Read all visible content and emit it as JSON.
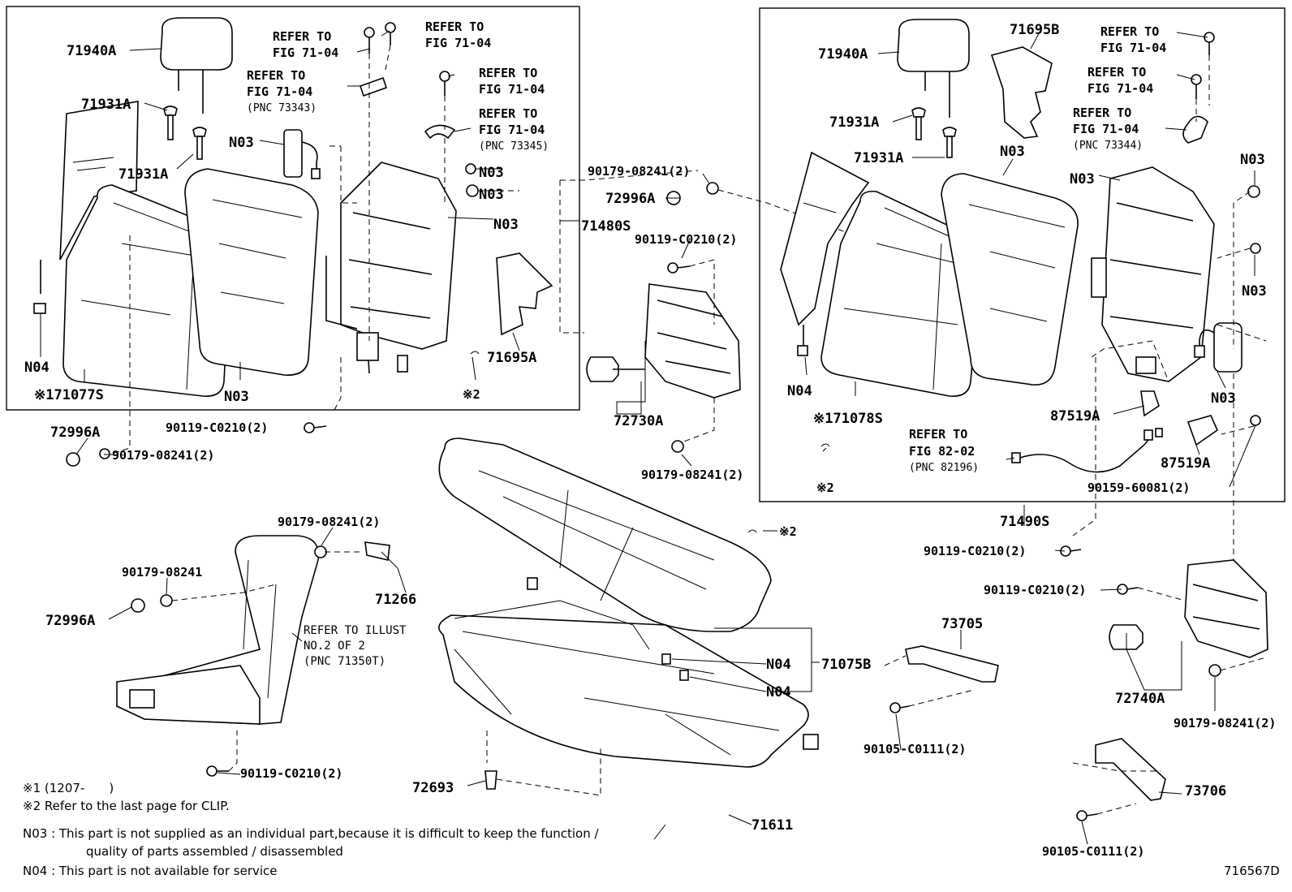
{
  "labels": {
    "l_71940A": "71940A",
    "l_71931A_1": "71931A",
    "l_71931A_2": "71931A",
    "l_N03_a": "N03",
    "l_N03_b": "N03",
    "l_N03_c": "N03",
    "l_N03_d": "N03",
    "l_N03_e": "N03",
    "l_N04_a": "N04",
    "l_71077S": "※171077S",
    "l_71480S": "71480S",
    "l_71695A": "71695A",
    "l_clip2_a": "※2",
    "l_72996A_a": "72996A",
    "l_90119_a": "90119-C0210(2)",
    "l_90179_a": "90179-08241(2)",
    "l_90179_b": "90179-08241(2)",
    "l_72996A_b": "72996A",
    "l_90119_b": "90119-C0210(2)",
    "l_72730A": "72730A",
    "l_90179_c": "90179-08241(2)",
    "l_71940A_r": "71940A",
    "l_71695B": "71695B",
    "l_71931A_r1": "71931A",
    "l_71931A_r2": "71931A",
    "l_N03_r1": "N03",
    "l_N03_r2": "N03",
    "l_N03_r3": "N03",
    "l_N03_r4": "N03",
    "l_N03_r5": "N03",
    "l_N04_r": "N04",
    "l_71078S": "※171078S",
    "l_clip2_r": "※2",
    "l_87519A_1": "87519A",
    "l_87519A_2": "87519A",
    "l_90159": "90159-60081(2)",
    "l_71490S": "71490S",
    "l_90119_r": "90119-C0210(2)",
    "l_90119_r2": "90119-C0210(2)",
    "l_72740A": "72740A",
    "l_90179_r": "90179-08241(2)",
    "l_73705": "73705",
    "l_90105_a": "90105-C0111(2)",
    "l_73706": "73706",
    "l_90105_b": "90105-C0111(2)",
    "l_90179_arm2": "90179-08241(2)",
    "l_90179_arm1": "90179-08241",
    "l_72996A_arm": "72996A",
    "l_71266": "71266",
    "l_90119_arm": "90119-C0210(2)",
    "l_N04_s1": "N04",
    "l_N04_s2": "N04",
    "l_71075B": "71075B",
    "l_72693": "72693",
    "l_71611": "71611",
    "l_clip2_c": "※2"
  },
  "refs": {
    "r1": [
      "REFER TO",
      "FIG 71-04"
    ],
    "r2": [
      "REFER TO",
      "FIG 71-04"
    ],
    "r3": [
      "REFER TO",
      "FIG 71-04",
      "(PNC 73343)"
    ],
    "r4": [
      "REFER TO",
      "FIG 71-04"
    ],
    "r5": [
      "REFER TO",
      "FIG 71-04",
      "(PNC 73345)"
    ],
    "r6": [
      "REFER TO",
      "FIG 71-04"
    ],
    "r7": [
      "REFER TO",
      "FIG 71-04"
    ],
    "r8": [
      "REFER TO",
      "FIG 71-04",
      "(PNC 73344)"
    ],
    "r9": [
      "REFER TO",
      "FIG 82-02",
      "(PNC 82196)"
    ],
    "r10": [
      "REFER TO ILLUST",
      "NO.2 OF 2",
      "(PNC 71350T)"
    ]
  },
  "notes": {
    "n1": "※1 (1207-　　)",
    "n2": "※2 Refer to the last page for CLIP.",
    "n3a": "N03 : This part is not supplied as an individual part,because it is difficult to keep the function /",
    "n3b": "quality of parts assembled / disassembled",
    "n4": "N04 : This part is not available for service"
  },
  "figure_id": "716567D"
}
